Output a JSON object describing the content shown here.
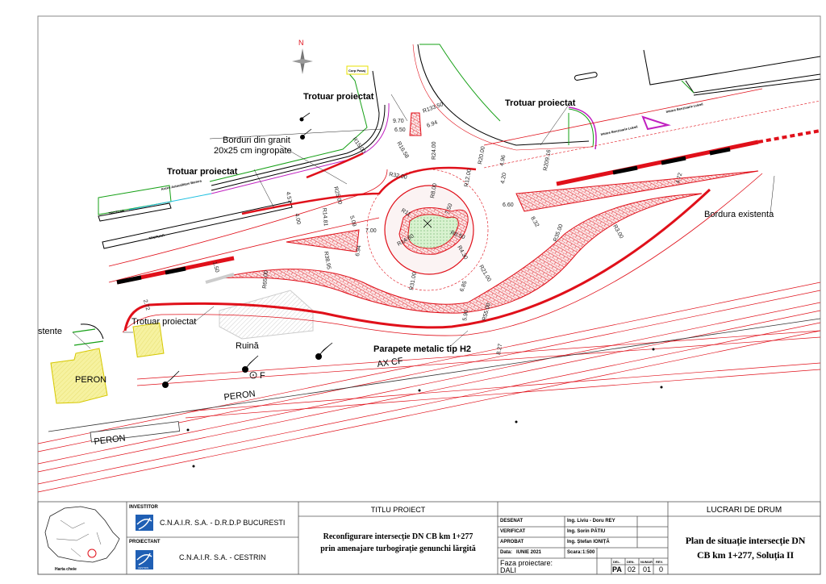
{
  "drawing": {
    "north_label": "N",
    "labels": {
      "trotuar_1": "Trotuar proiectat",
      "trotuar_2": "Trotuar proiectat",
      "trotuar_3": "Trotuar proiectat",
      "trotuar_4": "Trotuar proiectat",
      "borduri_line1": "Borduri din granit",
      "borduri_line2": "20x25 cm ingropate",
      "bordura_existenta": "Bordura existenta",
      "parapete": "Parapete metalic tip H2",
      "ruina": "Ruină",
      "peron_1": "PERON",
      "peron_2": "PERON",
      "peron_3": "PERON",
      "ax_cf": "AX CF",
      "stente": "stente",
      "f_mark": "F",
      "corp_pasaj": "Corp Pasaj",
      "acces_1": "Acces Autoutilitare Bariera",
      "trotuar_small_1": "TROTUAR",
      "trotuar_small_2": "TROTUAR",
      "intrare_1": "Intrare Benzinarie Lukoil",
      "intrare_2": "Intrare Benzinarie Lukoil"
    },
    "dimensions": [
      "9.70",
      "6.50",
      "R133.50",
      "6.94",
      "R15.00",
      "R16.58",
      "R24.00",
      "R32.00",
      "R25.00",
      "5.09",
      "R14.81",
      "7.00",
      "R38.95",
      "6.94",
      "R12.00",
      "R20.00",
      "4.96",
      "4.20",
      "6.60",
      "R209.16",
      "R8.00",
      "7.50",
      "R11",
      "R14.80",
      "R8.50",
      "R4.30",
      "R21.00",
      "6.85",
      "R31.00",
      "5.90",
      "R55.00",
      "R35.00",
      "R3.00",
      "8.32",
      "4.72",
      "8.27",
      "4.57",
      "4.00",
      "2.72",
      "1.50",
      "R65.00"
    ],
    "colors": {
      "road": "#e0101a",
      "curb": "#000000",
      "green": "#16a016",
      "magenta": "#c020c0",
      "peron_fill": "#f4f09a",
      "island_green": "#d9f2d0"
    }
  },
  "title_block": {
    "map_caption": "Harta cheie",
    "investor_label": "INVESTITOR",
    "investor_name": "C.N.A.I.R. S.A. - D.R.D.P BUCURESTI",
    "designer_label": "PROIECTANT",
    "designer_name": "C.N.A.I.R. S.A. - CESTRIN",
    "logo_caption": "CESTRIN",
    "project_title_label": "TITLU PROIECT",
    "project_title_line1": "Reconfigurare intersecție DN CB km 1+277",
    "project_title_line2": "prin amenajare turbogirație genunchi lărgită",
    "roles": [
      {
        "role": "DESENAT",
        "name": "Ing. Liviu - Doru REY"
      },
      {
        "role": "VERIFICAT",
        "name": "Ing. Sorin PĂTIU"
      },
      {
        "role": "APROBAT",
        "name": "Ing. Ștefan IONIȚĂ"
      }
    ],
    "date_label": "Data:",
    "date_value": "IUNIE 2021",
    "scale_label": "Scara:",
    "scale_value": "1:500",
    "phase_label": "Faza proiectare:",
    "phase_value": "DALI",
    "codes": {
      "headers": [
        "DEL.",
        "DEN.",
        "NUMAR",
        "REV."
      ],
      "values": [
        "PA",
        "02",
        "01",
        "0"
      ]
    },
    "discipline": "LUCRARI DE DRUM",
    "sheet_title_line1": "Plan de situație intersecție DN",
    "sheet_title_line2": "CB km 1+277, Soluția II"
  }
}
